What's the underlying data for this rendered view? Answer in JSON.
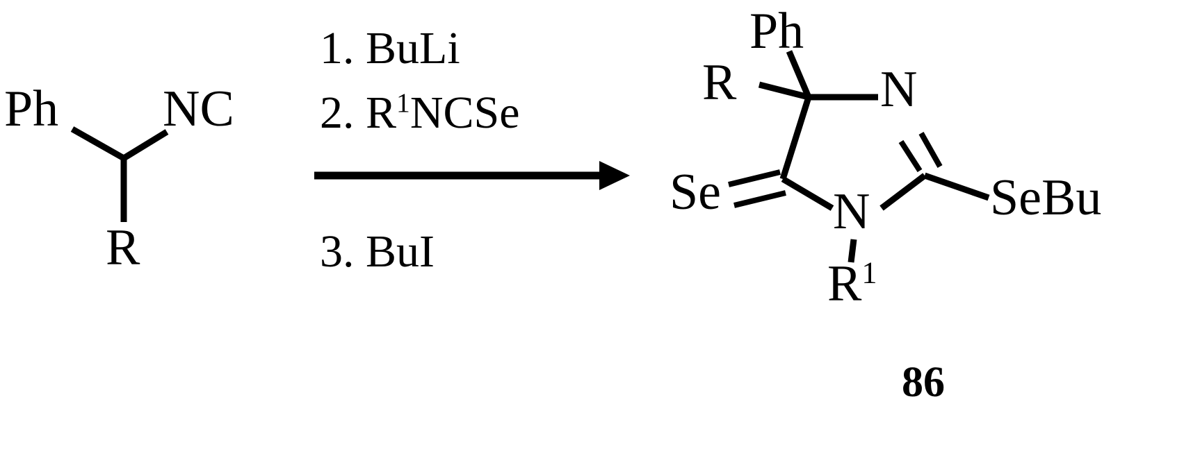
{
  "scheme": {
    "type": "chemical-reaction-scheme",
    "reactant": {
      "name": "alpha-substituted benzyl isocyanide",
      "labels": {
        "phenyl": "Ph",
        "isocyanide": "NC",
        "r_group": "R"
      }
    },
    "conditions": {
      "above_arrow": [
        {
          "step": "1.",
          "reagent": "BuLi",
          "text": "1. BuLi"
        },
        {
          "step": "2.",
          "reagent_base": "R",
          "reagent_sup": "1",
          "reagent_rest": "NCSe",
          "text": "2. R1NCSe"
        }
      ],
      "below_arrow": [
        {
          "step": "3.",
          "reagent": "BuI",
          "text": "3. BuI"
        }
      ]
    },
    "arrow": {
      "direction": "right",
      "style": "solid-single"
    },
    "product": {
      "name": "2-(butylselanyl)-5-selanylidene-4,5-dihydro-1H-imidazole",
      "labels": {
        "phenyl": "Ph",
        "r_group": "R",
        "nitrogen_top": "N",
        "nitrogen_bottom": "N",
        "selenone": "Se",
        "selenoether": "SeBu",
        "n_substituent_base": "R",
        "n_substituent_sup": "1"
      },
      "compound_number": "86"
    },
    "colors": {
      "ink": "#000000",
      "background": "#ffffff"
    }
  }
}
